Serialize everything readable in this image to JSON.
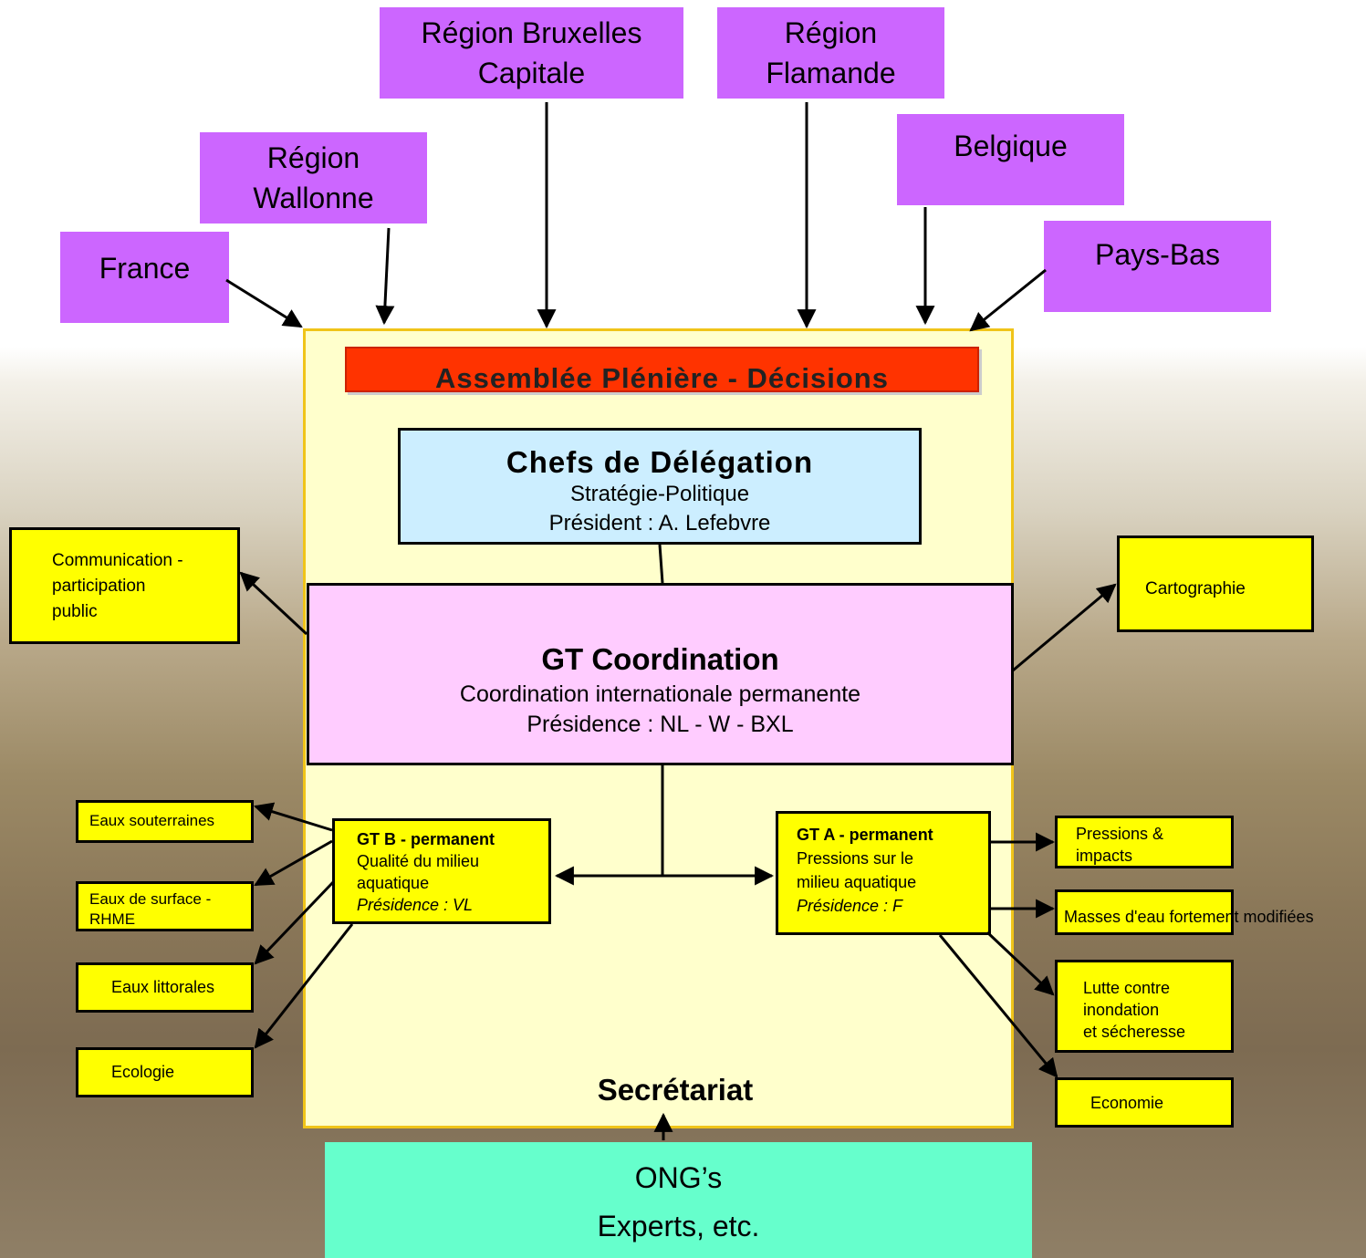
{
  "members": {
    "france": "France",
    "wallonne": [
      "Région",
      "Wallonne"
    ],
    "bruxelles": [
      "Région Bruxelles",
      "Capitale"
    ],
    "flamande": [
      "Région",
      "Flamande"
    ],
    "belgique": "Belgique",
    "paysbas": "Pays-Bas"
  },
  "assembly": "Assemblée Plénière - Décisions",
  "chefs": {
    "title": "Chefs de Délégation",
    "line1": "Stratégie-Politique",
    "line2": "Président : A. Lefebvre"
  },
  "coordination": {
    "title": "GT Coordination",
    "line1": "Coordination internationale permanente",
    "line2": "Présidence : NL - W - BXL"
  },
  "communication": [
    "Communication -",
    "participation",
    "public"
  ],
  "cartographie": "Cartographie",
  "gtb": {
    "title": "GT B - permanent",
    "line1": "Qualité du milieu",
    "line2": "aquatique",
    "line3": "Présidence : VL"
  },
  "gta": {
    "title": "GT A - permanent",
    "line1": "Pressions sur le",
    "line2": "milieu aquatique",
    "line3": "Présidence : F"
  },
  "left_groups": {
    "souterraines": "Eaux souterraines",
    "surface": [
      "Eaux de surface -",
      "RHME"
    ],
    "littorales": "Eaux littorales",
    "ecologie": "Ecologie"
  },
  "right_groups": {
    "pressions": [
      "Pressions &",
      "impacts"
    ],
    "masses": "Masses d'eau fortement modifiées",
    "lutte": [
      "Lutte contre",
      "inondation",
      "et sécheresse"
    ],
    "economie": "Economie"
  },
  "secretariat": "Secrétariat",
  "ong": [
    "ONG’s",
    "Experts, etc."
  ],
  "colors": {
    "member_box": "#cc66ff",
    "panel": "#ffffcc",
    "assembly": "#ff3300",
    "chefs": "#cceeff",
    "coordination": "#ffccff",
    "working_group": "#ffff00",
    "ong": "#66ffcc"
  }
}
